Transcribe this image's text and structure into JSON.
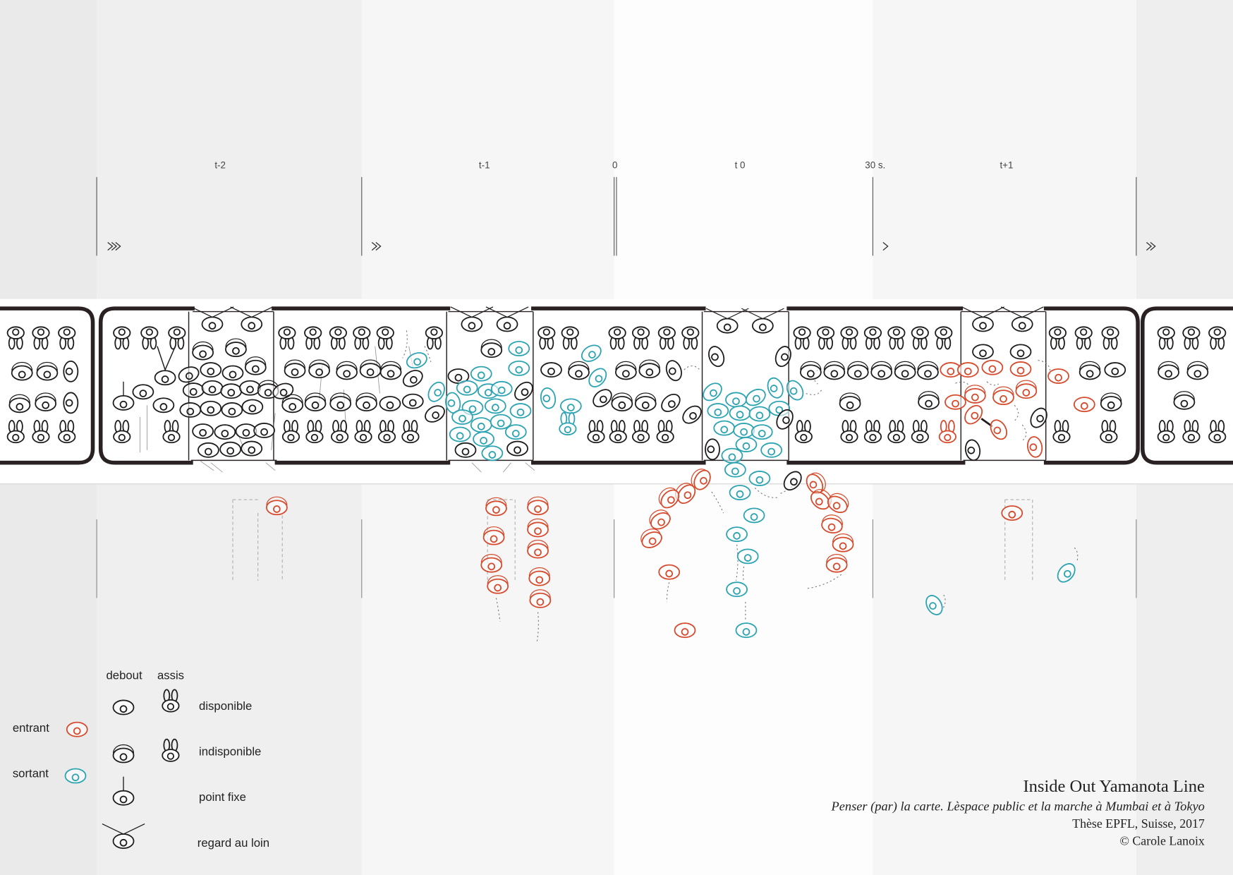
{
  "colors": {
    "entrant": "#d6492b",
    "sortant": "#2ba3b2",
    "ink": "#1e1b1b"
  },
  "timeline": {
    "labels": [
      "t-2",
      "t-1",
      "0",
      "t 0",
      "30 s.",
      "t+1"
    ]
  },
  "speed_markers": [
    "triple-chevron-icon",
    "double-chevron-icon",
    "single-chevron-icon",
    "double-chevron-icon"
  ],
  "legend": {
    "posture": {
      "standing": "debout",
      "seated": "assis"
    },
    "flow": {
      "entering": "entrant",
      "exiting": "sortant"
    },
    "states": [
      "disponible",
      "indisponible",
      "point fixe",
      "regard au loin"
    ]
  },
  "title_block": {
    "title": "Inside Out Yamanota Line",
    "subtitle": "Penser (par) la carte. Lèspace public et la marche à Mumbai et à Tokyo",
    "institution": "Thèse EPFL, Suisse, 2017",
    "credit": "© Carole Lanoix"
  }
}
